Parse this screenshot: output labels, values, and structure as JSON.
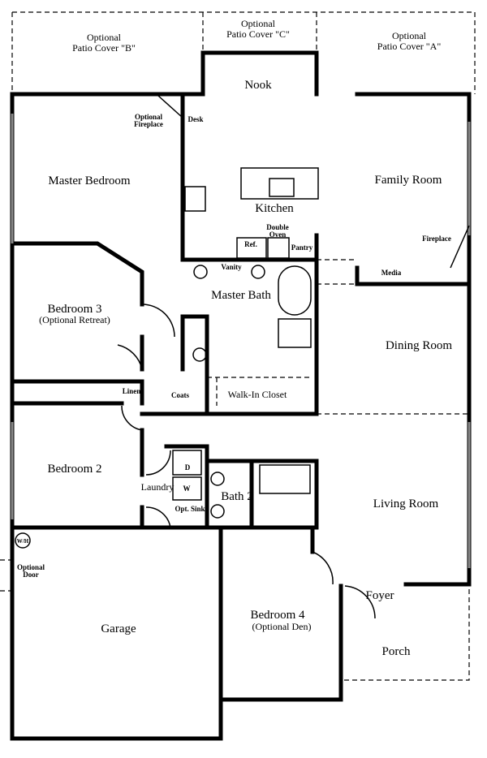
{
  "rooms": {
    "patio_b": [
      "Optional",
      "Patio Cover \"B\""
    ],
    "patio_c": [
      "Optional",
      "Patio Cover \"C\""
    ],
    "patio_a": [
      "Optional",
      "Patio Cover \"A\""
    ],
    "nook": "Nook",
    "optional_fireplace": [
      "Optional",
      "Fireplace"
    ],
    "desk": "Desk",
    "master_bedroom": "Master Bedroom",
    "family_room": "Family Room",
    "kitchen": "Kitchen",
    "double_oven": [
      "Double",
      "Oven"
    ],
    "ref": "Ref.",
    "pantry": "Pantry",
    "fireplace": "Fireplace",
    "vanity": "Vanity",
    "media": "Media",
    "master_bath": "Master Bath",
    "bedroom_3": [
      "Bedroom 3",
      "(Optional Retreat)"
    ],
    "dining_room": "Dining Room",
    "linen": "Linen",
    "coats": "Coats",
    "walk_in_closet": "Walk-In Closet",
    "bedroom_2": "Bedroom 2",
    "dryer": "D",
    "washer": "W",
    "laundry": "Laundry",
    "opt_sink": "Opt. Sink",
    "bath_2": "Bath 2",
    "living_room": "Living Room",
    "water_heater": "W/H",
    "optional_door": [
      "Optional",
      "Door"
    ],
    "foyer": "Foyer",
    "garage": "Garage",
    "bedroom_4": [
      "Bedroom 4",
      "(Optional Den)"
    ],
    "porch": "Porch"
  }
}
